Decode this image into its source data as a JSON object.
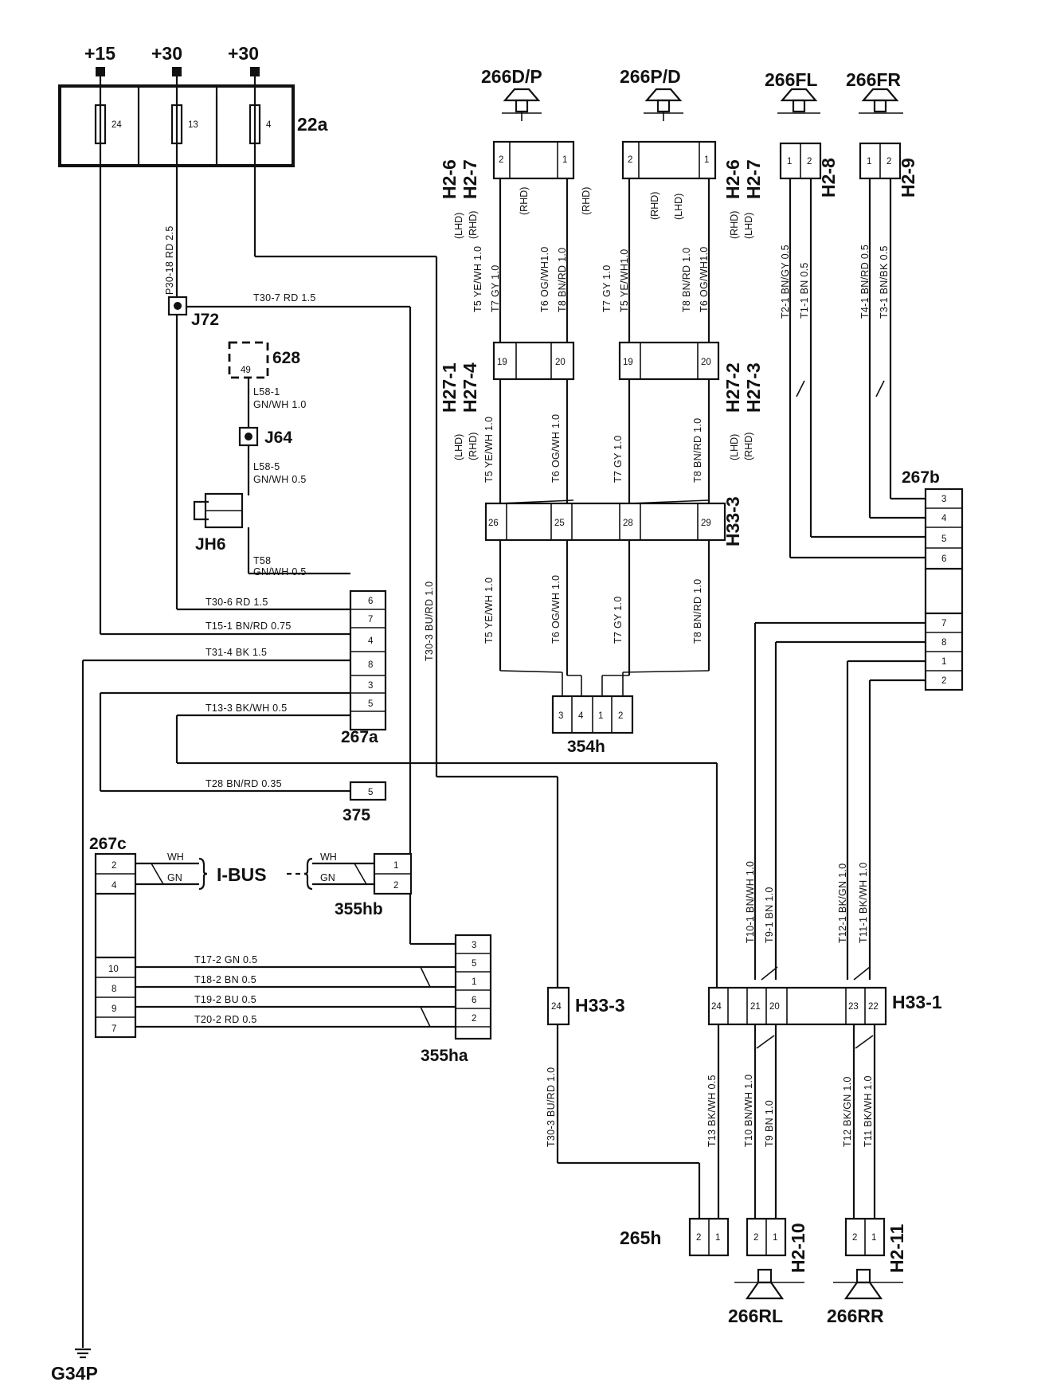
{
  "power": {
    "p15": "+15",
    "p30a": "+30",
    "p30b": "+30"
  },
  "fuse": {
    "id": "22a",
    "f1": "24",
    "f2": "13",
    "f3": "4"
  },
  "ground": "G34P",
  "junctions": {
    "j72": "J72",
    "j64": "J64",
    "jh6": "JH6",
    "c628": "628",
    "c628_pin": "49"
  },
  "speakers": {
    "dp": "266D/P",
    "pd": "266P/D",
    "fl": "266FL",
    "fr": "266FR",
    "rl": "266RL",
    "rr": "266RR"
  },
  "connectors": {
    "h2_6": "H2-6",
    "h2_7": "H2-7",
    "h2_8": "H2-8",
    "h2_9": "H2-9",
    "h2_10": "H2-10",
    "h2_11": "H2-11",
    "h27_1": "H27-1",
    "h27_4": "H27-4",
    "h27_2": "H27-2",
    "h27_3": "H27-3",
    "h33_3": "H33-3",
    "h33_1": "H33-1",
    "c267a": "267a",
    "c267b": "267b",
    "c267c": "267c",
    "c354h": "354h",
    "c375": "375",
    "c355hb": "355hb",
    "c355ha": "355ha",
    "c265h": "265h"
  },
  "ibus": {
    "label": "I-BUS",
    "wh": "WH",
    "gn": "GN"
  },
  "markers": {
    "lhd": "(LHD)",
    "rhd": "(RHD)"
  },
  "pins": {
    "p1": "1",
    "p2": "2",
    "p3": "3",
    "p4": "4",
    "p5": "5",
    "p6": "6",
    "p7": "7",
    "p8": "8",
    "p9": "9",
    "p10": "10",
    "p19": "19",
    "p20": "20",
    "p21": "21",
    "p22": "22",
    "p23": "23",
    "p24": "24",
    "p25": "25",
    "p26": "26",
    "p28": "28",
    "p29": "29"
  },
  "wires": {
    "p30_18": "P30-18   RD  2.5",
    "t30_7": "T30-7    RD   1.5",
    "l58_1a": "L58-1",
    "l58_1b": "GN/WH 1.0",
    "l58_5a": "L58-5",
    "l58_5b": "GN/WH 0.5",
    "t58a": "T58",
    "t58b": "GN/WH  0.5",
    "t30_6": "T30-6     RD   1.5",
    "t15_1": "T15-1   BN/RD  0.75",
    "t31_4": "T31-4    BK   1.5",
    "t13_3": "T13-3    BK/WH  0.5",
    "t28": "T28   BN/RD  0.35",
    "t30_3": "T30-3     BU/RD  1.0",
    "t17_2": "T17-2    GN   0.5",
    "t18_2": "T18-2    BN   0.5",
    "t19_2": "T19-2    BU   0.5",
    "t20_2": "T20-2    RD   0.5",
    "t5_up": "T5   YE/WH 1.0",
    "t7_up": "T7   GY 1.0",
    "t6_up": "T6   OG/WH1.0",
    "t8_up": "T8   BN/RD 1.0",
    "t7_up2": "T7   GY  1.0",
    "t5_up2": "T5   YE/WH1.0",
    "t8_up2": "T8   BN/RD 1.0",
    "t6_up2": "T6   OG/WH1.0",
    "t5_mid": "T5   YE/WH 1.0",
    "t6_mid": "T6   OG/WH 1.0",
    "t7_mid": "T7   GY  1.0",
    "t8_mid": "T8   BN/RD  1.0",
    "t5_low": "T5   YE/WH 1.0",
    "t6_low": "T6   OG/WH 1.0",
    "t7_low": "T7   GY  1.0",
    "t8_low": "T8   BN/RD  1.0",
    "t2_1": "T2-1   BN/GY  0.5",
    "t1_1": "T1-1    BN  0.5",
    "t4_1": "T4-1   BN/RD  0.5",
    "t3_1": "T3-1   BN/BK  0.5",
    "t10_1": "T10-1   BN/WH  1.0",
    "t9_1": "T9-1    BN  1.0",
    "t12_1": "T12-1   BK/GN  1.0",
    "t11_1": "T11-1   BK/WH  1.0",
    "t30_3b": "T30-3   BU/RD  1.0",
    "t13": "T13   BK/WH  0.5",
    "t10": "T10   BN/WH  1.0",
    "t9": "T9   BN  1.0",
    "t12": "T12   BK/GN  1.0",
    "t11": "T11   BK/WH  1.0"
  }
}
